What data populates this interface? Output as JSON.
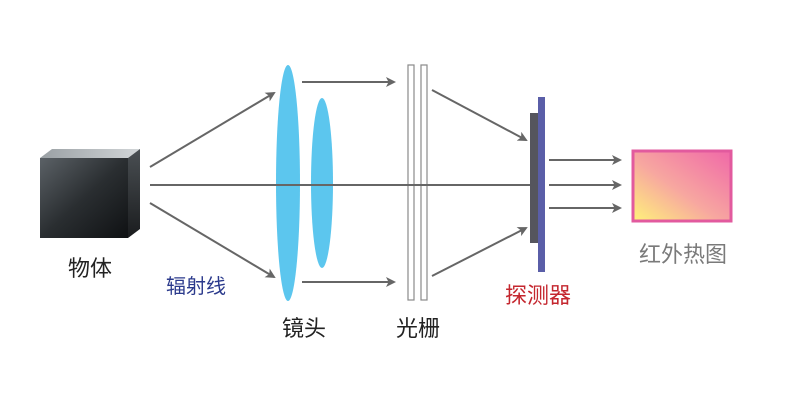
{
  "labels": {
    "object": "物体",
    "rays": "辐射线",
    "lens": "镜头",
    "grating": "光栅",
    "detector": "探测器",
    "thermal_image": "红外热图"
  },
  "colors": {
    "object_label": "#222222",
    "rays_label": "#2b3a8c",
    "lens_label": "#222222",
    "grating_label": "#222222",
    "detector_label": "#c4262e",
    "thermal_image_label": "#7a7a7a",
    "ray": "#666666",
    "lens": "#5cc6ee",
    "detector_body": "#55555e",
    "detector_plate": "#5a5ea8",
    "thermal_border": "#e25a9e",
    "thermal_hot": "#f068a8",
    "thermal_warm": "#fff27a"
  }
}
